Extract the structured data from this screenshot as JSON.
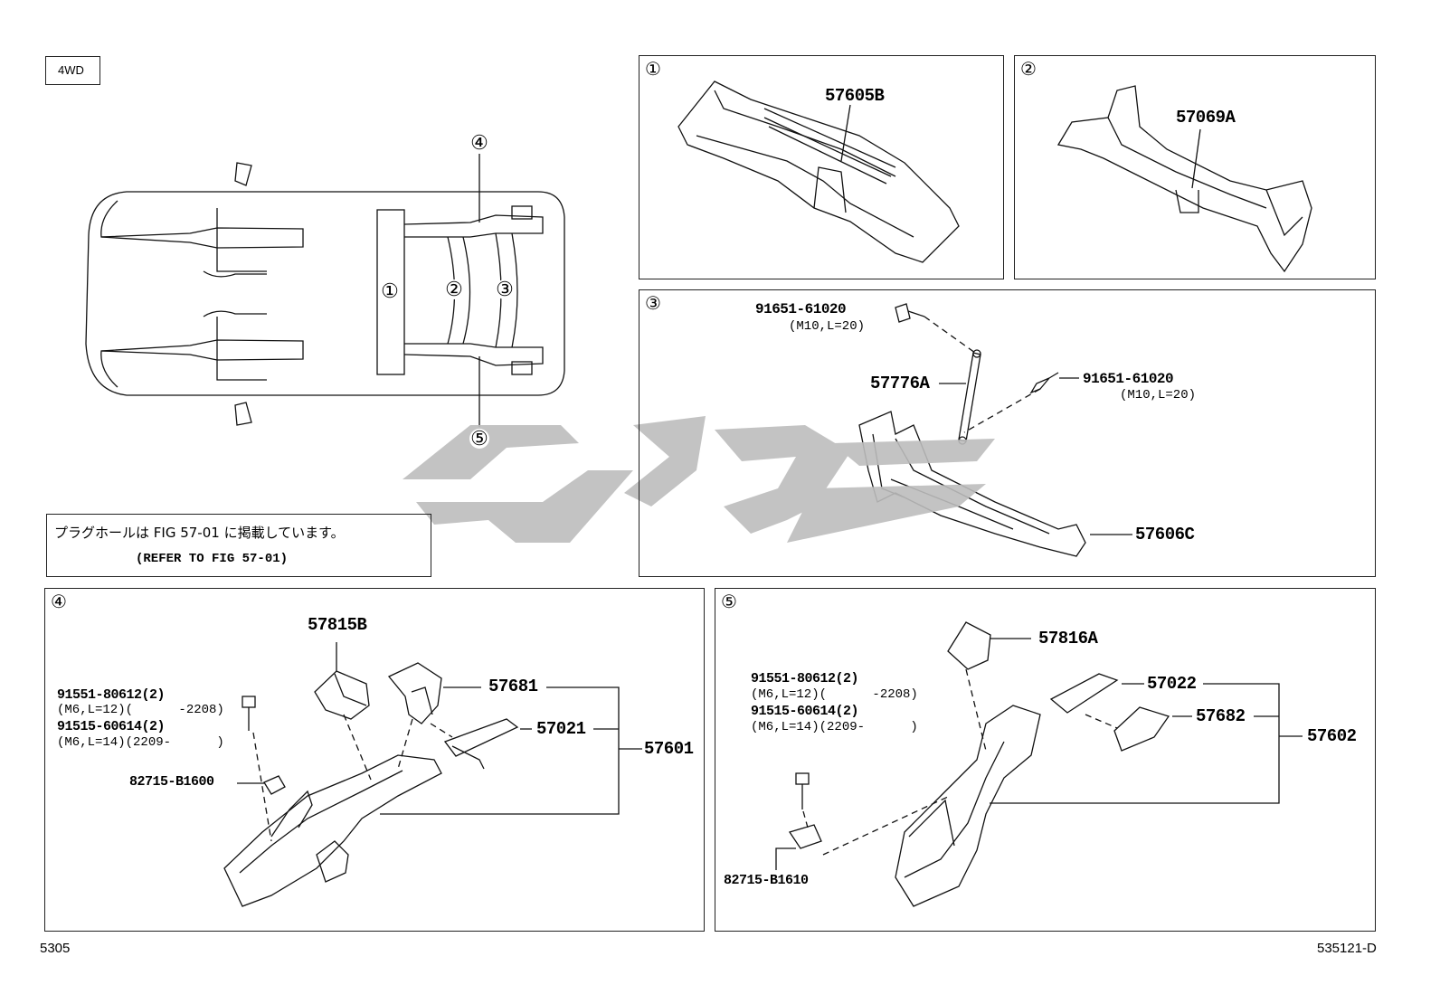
{
  "drive_tag": "4WD",
  "note": {
    "jp": "プラグホールは FIG 57-01 に掲載しています。",
    "en": "(REFER TO FIG 57-01)"
  },
  "circle_marks": [
    "①",
    "②",
    "③",
    "④",
    "⑤"
  ],
  "panel1": {
    "part": "57605B"
  },
  "panel2": {
    "part": "57069A"
  },
  "panel3": {
    "bolt_a_part": "91651-61020",
    "bolt_a_spec": "(M10,L=20)",
    "bolt_b_part": "91651-61020",
    "bolt_b_spec": "(M10,L=20)",
    "brace": "57776A",
    "member": "57606C"
  },
  "panel4": {
    "bolt1_part": "91551-80612(2)",
    "bolt1_spec": "(M6,L=12)(      -2208)",
    "bolt2_part": "91515-60614(2)",
    "bolt2_spec": "(M6,L=14)(2209-      )",
    "clip": "82715-B1600",
    "p1": "57815B",
    "p2": "57681",
    "p3": "57021",
    "assembly": "57601"
  },
  "panel5": {
    "bolt1_part": "91551-80612(2)",
    "bolt1_spec": "(M6,L=12)(      -2208)",
    "bolt2_part": "91515-60614(2)",
    "bolt2_spec": "(M6,L=14)(2209-      )",
    "clip": "82715-B1610",
    "p1": "57816A",
    "p2": "57022",
    "p3": "57682",
    "assembly": "57602"
  },
  "footer": {
    "left": "5305",
    "right": "535121-D"
  },
  "watermark_color": "#bdbdbd"
}
